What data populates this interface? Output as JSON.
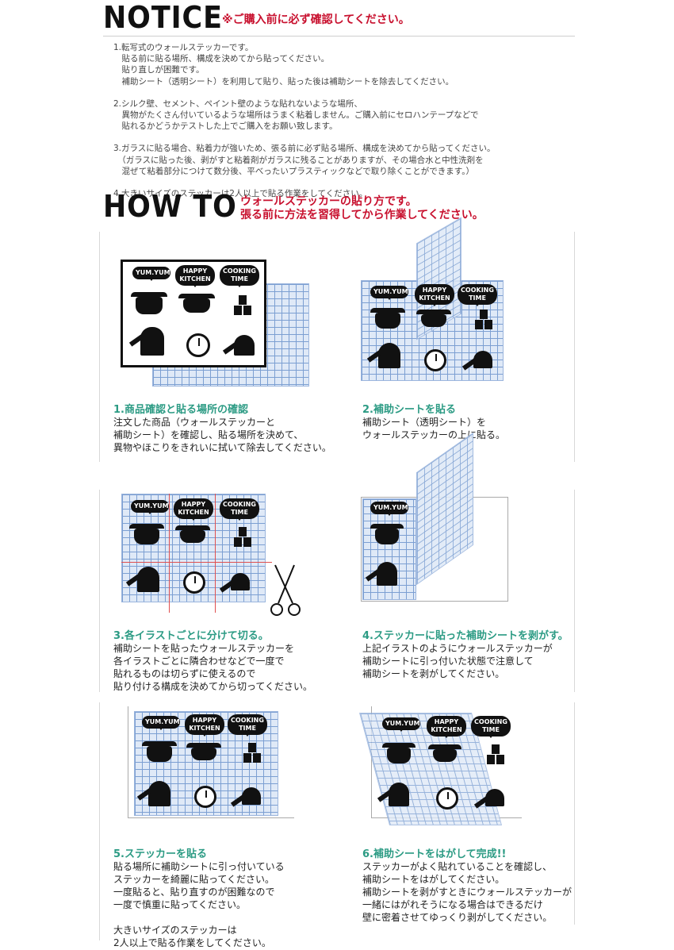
{
  "notice": {
    "title": "NOTICE",
    "subtitle": "※ご購入前に必ず確認してください。",
    "items": [
      "1.転写式のウォールステッカーです。\n　貼る前に貼る場所、構成を決めてから貼ってください。\n　貼り直しが困難です。\n　補助シート（透明シート）を利用して貼り、貼った後は補助シートを除去してください。",
      "2.シルク壁、セメント、ペイント壁のような貼れないような場所、\n　異物がたくさん付いているような場所はうまく粘着しません。ご購入前にセロハンテープなどで\n　貼れるかどうかテストした上でご購入をお願い致します。",
      "3.ガラスに貼る場合、粘着力が強いため、張る前に必ず貼る場所、構成を決めてから貼ってください。\n　（ガラスに貼った後、剥がすと粘着剤がガラスに残ることがありますが、その場合水と中性洗剤を\n　混ぜて粘着部分につけて数分後、平べったいプラスティックなどで取り除くことができます。）",
      "4.大きいサイズのステッカーは2人以上で貼る作業をしてください。"
    ]
  },
  "howto": {
    "title": "HOW TO",
    "subtitle_line1": "ウォールステッカーの貼り方です。",
    "subtitle_line2": "張る前に方法を習得してから作業してください。"
  },
  "stickers": {
    "yum": "YUM.YUM",
    "happy": "HAPPY\nKITCHEN",
    "cooking": "COOKING\nTIME"
  },
  "steps": [
    {
      "title": "1.商品確認と貼る場所の確認",
      "body": "注文した商品（ウォールステッカーと\n補助シート）を確認し、貼る場所を決めて、\n異物やほこりをきれいに拭いて除去してください。"
    },
    {
      "title": "2.補助シートを貼る",
      "body": "補助シート（透明シート）を\nウォールステッカーの上に貼る。"
    },
    {
      "title": "3.各イラストごとに分けて切る。",
      "body": "補助シートを貼ったウォールステッカーを\n各イラストごとに隣合わせなどで一度で\n貼れるものは切らずに使えるので\n貼り付ける構成を決めてから切ってください。"
    },
    {
      "title": "4.ステッカーに貼った補助シートを剥がす。",
      "body": "上記イラストのようにウォールステッカーが\n補助シートに引っ付いた状態で注意して\n補助シートを剥がしてください。"
    },
    {
      "title": "5.ステッカーを貼る",
      "body": "貼る場所に補助シートに引っ付いている\nステッカーを綺麗に貼ってください。\n一度貼ると、貼り直すのが困難なので\n一度で慎重に貼ってください。\n\n大きいサイズのステッカーは\n2人以上で貼る作業をしてください。"
    },
    {
      "title": "6.補助シートをはがして完成!!",
      "body": "ステッカーがよく貼れていることを確認し、\n補助シートをはがしてください。\n補助シートを剥がすときにウォールステッカーが\n一緒にはがれそうになる場合はできるだけ\n壁に密着させてゆっくり剥がしてください。"
    }
  ]
}
